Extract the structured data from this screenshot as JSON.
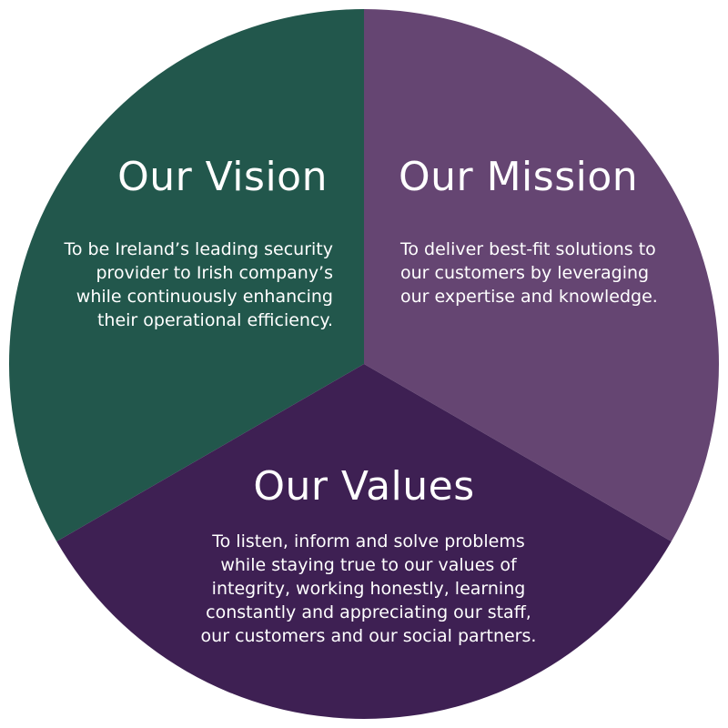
{
  "colors": {
    "vision": "#22574c",
    "mission": "#654572",
    "values": "#3e2053",
    "text": "#ffffff"
  },
  "vision": {
    "title": "Our Vision",
    "lines": [
      "To be Ireland’s leading security",
      "provider to Irish company’s",
      "while continuously enhancing",
      "their operational efficiency."
    ]
  },
  "mission": {
    "title": "Our Mission",
    "lines": [
      "To deliver best-fit solutions to",
      "our customers by leveraging",
      "our expertise and knowledge."
    ]
  },
  "values": {
    "title": "Our Values",
    "lines": [
      "To listen, inform and solve problems",
      "while staying true to our values of",
      "integrity, working honestly, learning",
      "constantly and appreciating our staff,",
      "our customers and our social partners."
    ]
  }
}
